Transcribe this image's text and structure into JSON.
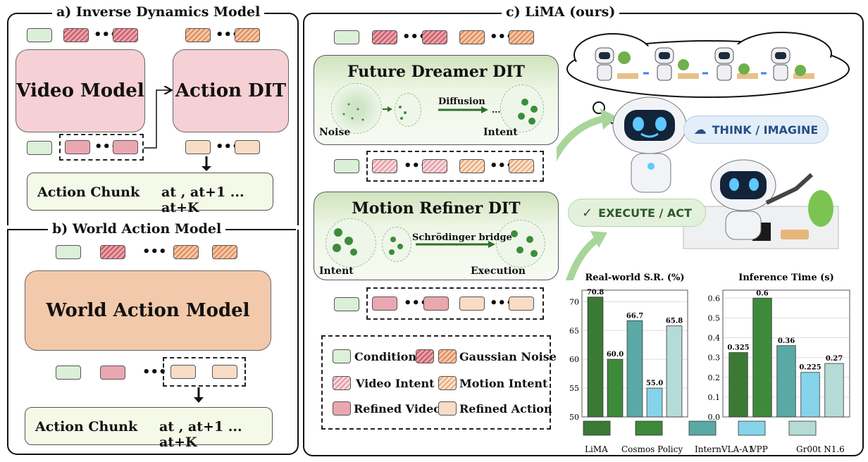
{
  "panel_a": {
    "title": "a)  Inverse Dynamics Model",
    "video_model": "Video Model",
    "action_dit": "Action DIT",
    "chunk_label": "Action Chunk",
    "chunk_formula": "at , at+1 ... at+K",
    "dots": "•••"
  },
  "panel_b": {
    "title": "b)  World Action Model",
    "model": "World Action Model",
    "chunk_label": "Action Chunk",
    "chunk_formula": "at , at+1 ... at+K",
    "dots": "•••"
  },
  "panel_c": {
    "title": "c)  LiMA (ours)",
    "future_dreamer": "Future Dreamer DIT",
    "noise": "Noise",
    "diffusion": "Diffusion",
    "intent_1": "Intent",
    "motion_refiner": "Motion Refiner DIT",
    "intent_2": "Intent",
    "schrodinger": "Schrödinger bridge",
    "execution": "Execution",
    "think": "THINK / IMAGINE",
    "execute": "EXECUTE / ACT",
    "dots": "•••"
  },
  "legend": {
    "condition": "Condition",
    "gaussian_noise": "Gaussian Noise",
    "video_intent": "Video Intent",
    "motion_intent": "Motion Intent",
    "refined_video": "Refined Video",
    "refined_action": "Refined Action"
  },
  "chart_data": [
    {
      "type": "bar",
      "title": "Real-world S.R. (%)",
      "categories": [
        "LiMA",
        "Cosmos Policy",
        "InternVLA-A1",
        "VPP",
        "Gr00t N1.6"
      ],
      "values": [
        70.8,
        60.0,
        66.7,
        55.0,
        65.8
      ],
      "value_labels": [
        "70.8",
        "60.0",
        "66.7",
        "55.0",
        "65.8"
      ],
      "colors": [
        "#3a7a35",
        "#3d8a3a",
        "#5aa9a6",
        "#86d4ea",
        "#b5dbd7"
      ],
      "ylim": [
        50,
        72
      ],
      "yticks": [
        "50",
        "55",
        "60",
        "65",
        "70"
      ],
      "grid": true
    },
    {
      "type": "bar",
      "title": "Inference Time (s)",
      "categories": [
        "LiMA",
        "Cosmos Policy",
        "InternVLA-A1",
        "VPP",
        "Gr00t N1.6"
      ],
      "values": [
        0.325,
        0.6,
        0.36,
        0.225,
        0.27
      ],
      "value_labels": [
        "0.325",
        "0.6",
        "0.36",
        "0.225",
        "0.27"
      ],
      "colors": [
        "#3a7a35",
        "#3d8a3a",
        "#5aa9a6",
        "#86d4ea",
        "#b5dbd7"
      ],
      "ylim": [
        0,
        0.64
      ],
      "yticks": [
        "0.0",
        "0.1",
        "0.2",
        "0.3",
        "0.4",
        "0.5",
        "0.6"
      ],
      "grid": true
    }
  ],
  "chart_legend": [
    "LiMA",
    "Cosmos Policy",
    "InternVLA-A1",
    "VPP",
    "Gr00t N1.6"
  ],
  "colors": {
    "video_model": "#f5d0d4",
    "action_dit": "#f5d0d4",
    "world_action_model": "#f2c9aa",
    "dit_green": "#cfe3bd",
    "chunk_bg": "#f4f9e8"
  }
}
